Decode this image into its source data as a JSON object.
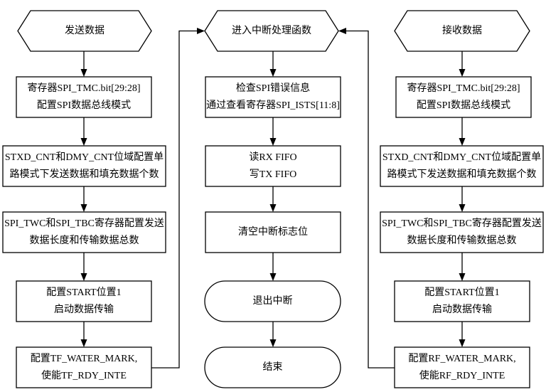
{
  "flow": {
    "title": "SPI send / interrupt / receive flowchart",
    "send": {
      "start": "发送数据",
      "steps": [
        "寄存器SPI_TMC.bit[29:28]\n配置SPI数据总线模式",
        "STXD_CNT和DMY_CNT位域配置单\n路模式下发送数据和填充数据个数",
        "SPI_TWC和SPI_TBC寄存器配置发送\n数据长度和传输数据总数",
        "配置START位置1\n启动数据传输",
        "配置TF_WATER_MARK,\n使能TF_RDY_INTE"
      ]
    },
    "interrupt": {
      "start": "进入中断处理函数",
      "steps": [
        "检查SPI错误信息\n通过查看寄存器SPI_ISTS[11:8]",
        "读RX FIFO\n写TX FIFO",
        "清空中断标志位"
      ],
      "exit": "退出中断",
      "end": "结束"
    },
    "receive": {
      "start": "接收数据",
      "steps": [
        "寄存器SPI_TMC.bit[29:28]\n配置SPI数据总线模式",
        "STXD_CNT和DMY_CNT位域配置单\n路模式下发送数据和填充数据个数",
        "SPI_TWC和SPI_TBC寄存器配置发送\n数据长度和传输数据总数",
        "配置START位置1\n启动数据传输",
        "配置RF_WATER_MARK,\n使能RF_RDY_INTE"
      ]
    },
    "colors": {
      "line": "#000000",
      "background": "#ffffff"
    }
  }
}
